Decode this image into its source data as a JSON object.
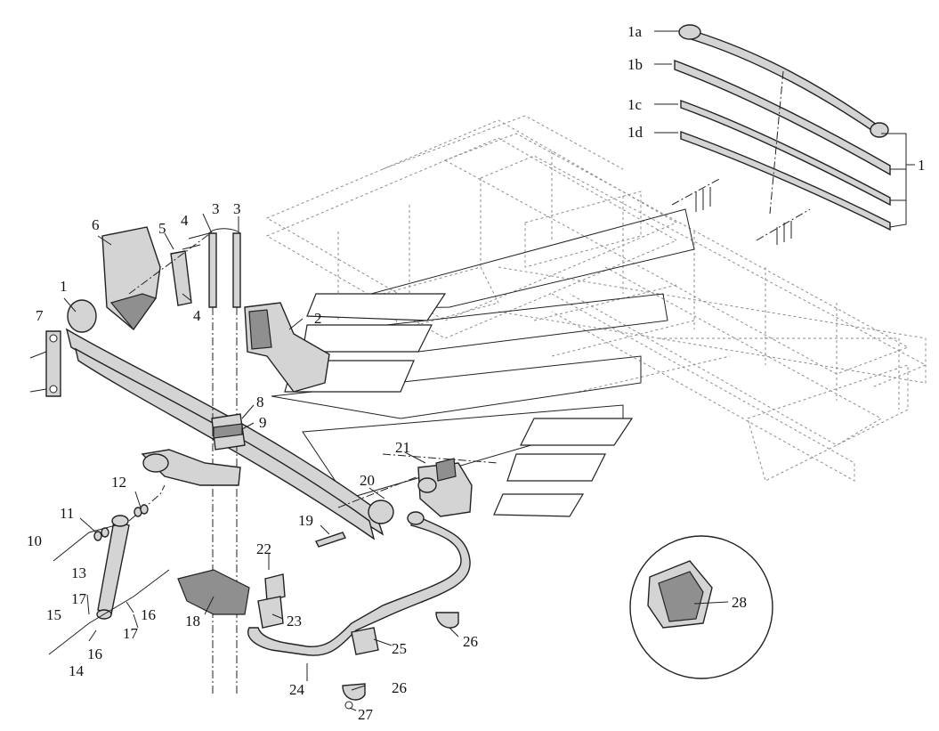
{
  "diagram": {
    "type": "exploded-parts-view",
    "subject": "rear leaf spring suspension with stabilizer bar",
    "callouts": {
      "c1a": "1a",
      "c1b": "1b",
      "c1c": "1c",
      "c1d": "1d",
      "c1_right": "1",
      "c1": "1",
      "c2": "2",
      "c3a": "3",
      "c3b": "3",
      "c4a": "4",
      "c4b": "4",
      "c5": "5",
      "c6": "6",
      "c7": "7",
      "c8": "8",
      "c9": "9",
      "c10": "10",
      "c11": "11",
      "c12": "12",
      "c13": "13",
      "c14": "14",
      "c15": "15",
      "c16a": "16",
      "c16b": "16",
      "c17a": "17",
      "c17b": "17",
      "c18": "18",
      "c19": "19",
      "c20": "20",
      "c21": "21",
      "c22": "22",
      "c23": "23",
      "c24": "24",
      "c25": "25",
      "c26a": "26",
      "c26b": "26",
      "c27": "27",
      "c28": "28"
    }
  }
}
